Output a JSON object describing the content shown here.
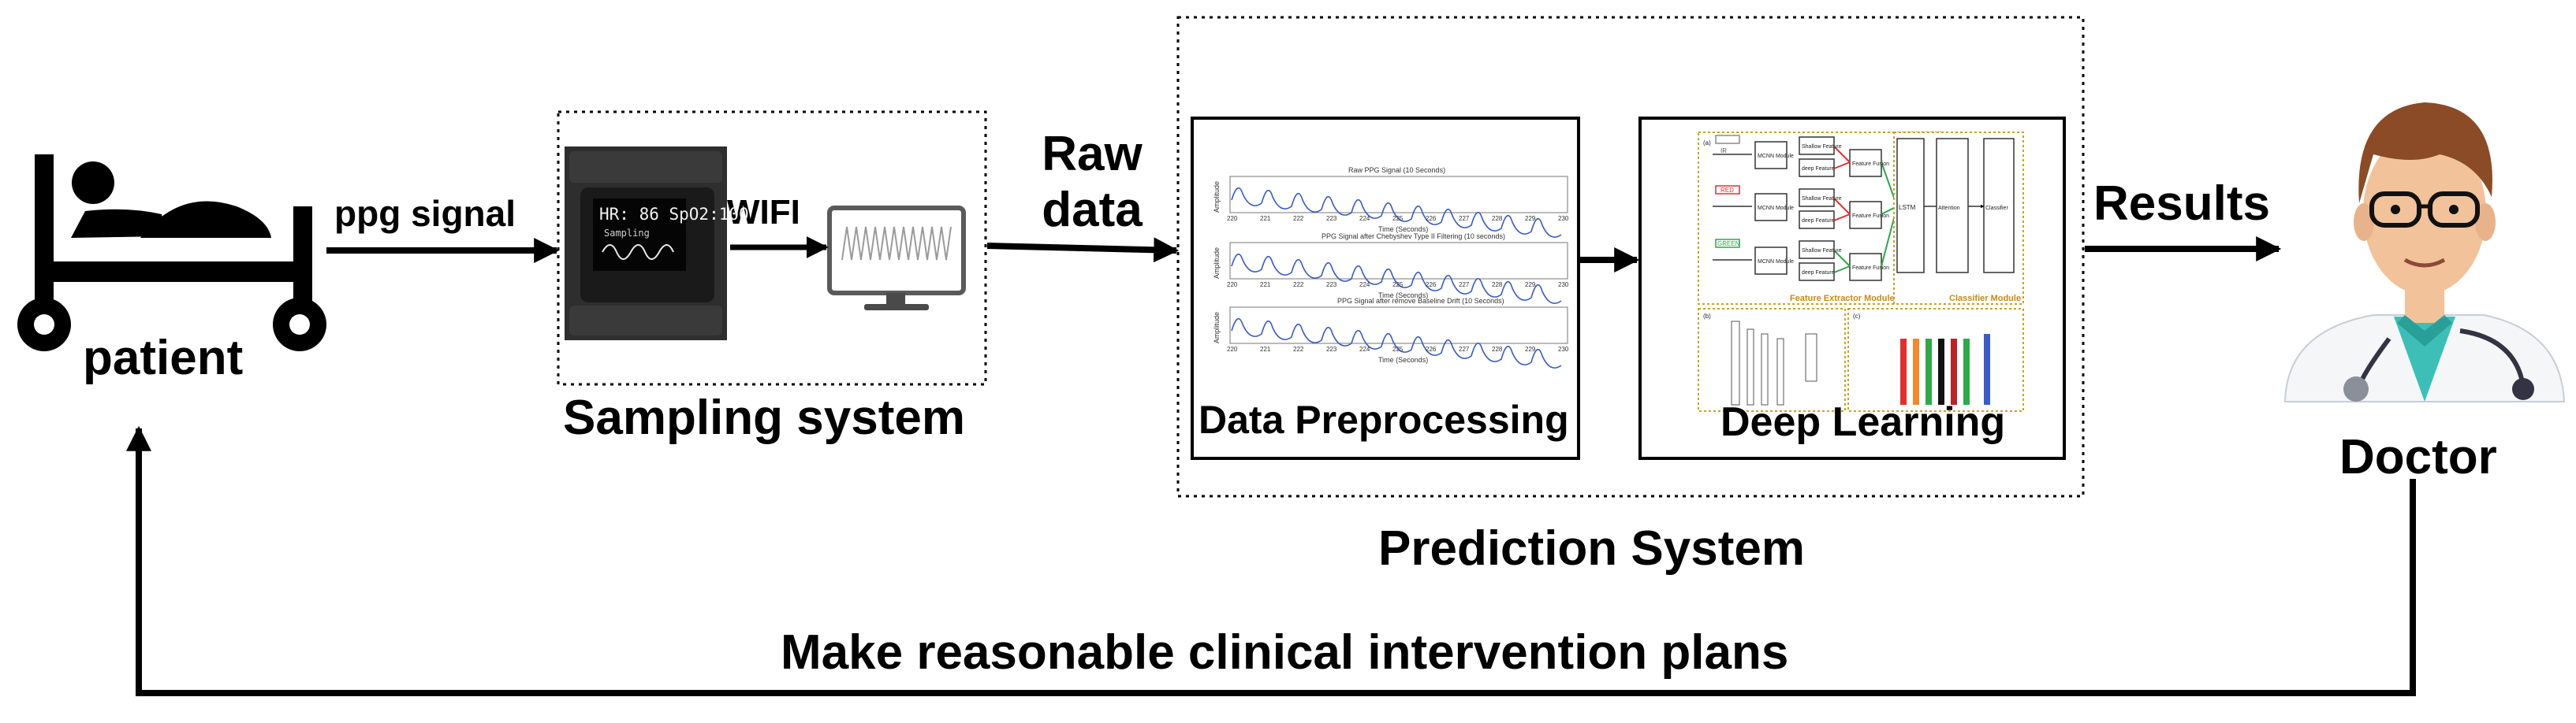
{
  "diagram": {
    "patient": {
      "label": "patient"
    },
    "link_ppg": {
      "label": "ppg signal"
    },
    "sampling_system": {
      "label": "Sampling system",
      "wireless_label": "WIFI",
      "device_screen_text": "HR: 86 SpO2:100",
      "device_screen_subtext": "Sampling"
    },
    "link_raw": {
      "line1": "Raw",
      "line2": "data"
    },
    "prediction_system": {
      "label": "Prediction System",
      "preprocessing": {
        "label": "Data Preprocessing",
        "plot_titles": [
          "Raw PPG Signal (10 Seconds)",
          "PPG Signal after Chebyshev Type II Filtering (10 seconds)",
          "PPG Signal after remove Baseline Drift (10 Seconds)"
        ],
        "x_axis_title": "Time (Seconds)",
        "y_axis_title": "Amplitude",
        "x_ticks": [
          "220",
          "221",
          "222",
          "223",
          "224",
          "225",
          "226",
          "227",
          "228",
          "229",
          "230"
        ]
      },
      "deep_learning": {
        "label": "Deep Learning",
        "channels": [
          "IR",
          "RED",
          "GREEN"
        ],
        "module_block": "MCNN Module",
        "feature_blocks": [
          "Shallow Feature",
          "deep Feature"
        ],
        "fusion_block": "Feature Fusion",
        "sequence_blocks": [
          "LSTM",
          "Attention",
          "Classifier"
        ],
        "module_captions": [
          "Feature Extractor Module",
          "Classifier Module"
        ],
        "panel_tags": [
          "(a)",
          "(b)",
          "(c)"
        ]
      }
    },
    "link_results": {
      "label": "Results"
    },
    "doctor": {
      "label": "Doctor"
    },
    "feedback": {
      "label": "Make reasonable clinical intervention plans"
    }
  },
  "colors": {
    "ink": "#000000",
    "panel_border_gold": "#c9a227",
    "signal_blue": "#3b5cc4",
    "channel_red": "#e03030",
    "channel_green": "#2ea84a",
    "skin": "#f2c29a",
    "hair": "#8a4b26",
    "scrubs": "#3dbfb8",
    "coat": "#f4f6f8"
  }
}
